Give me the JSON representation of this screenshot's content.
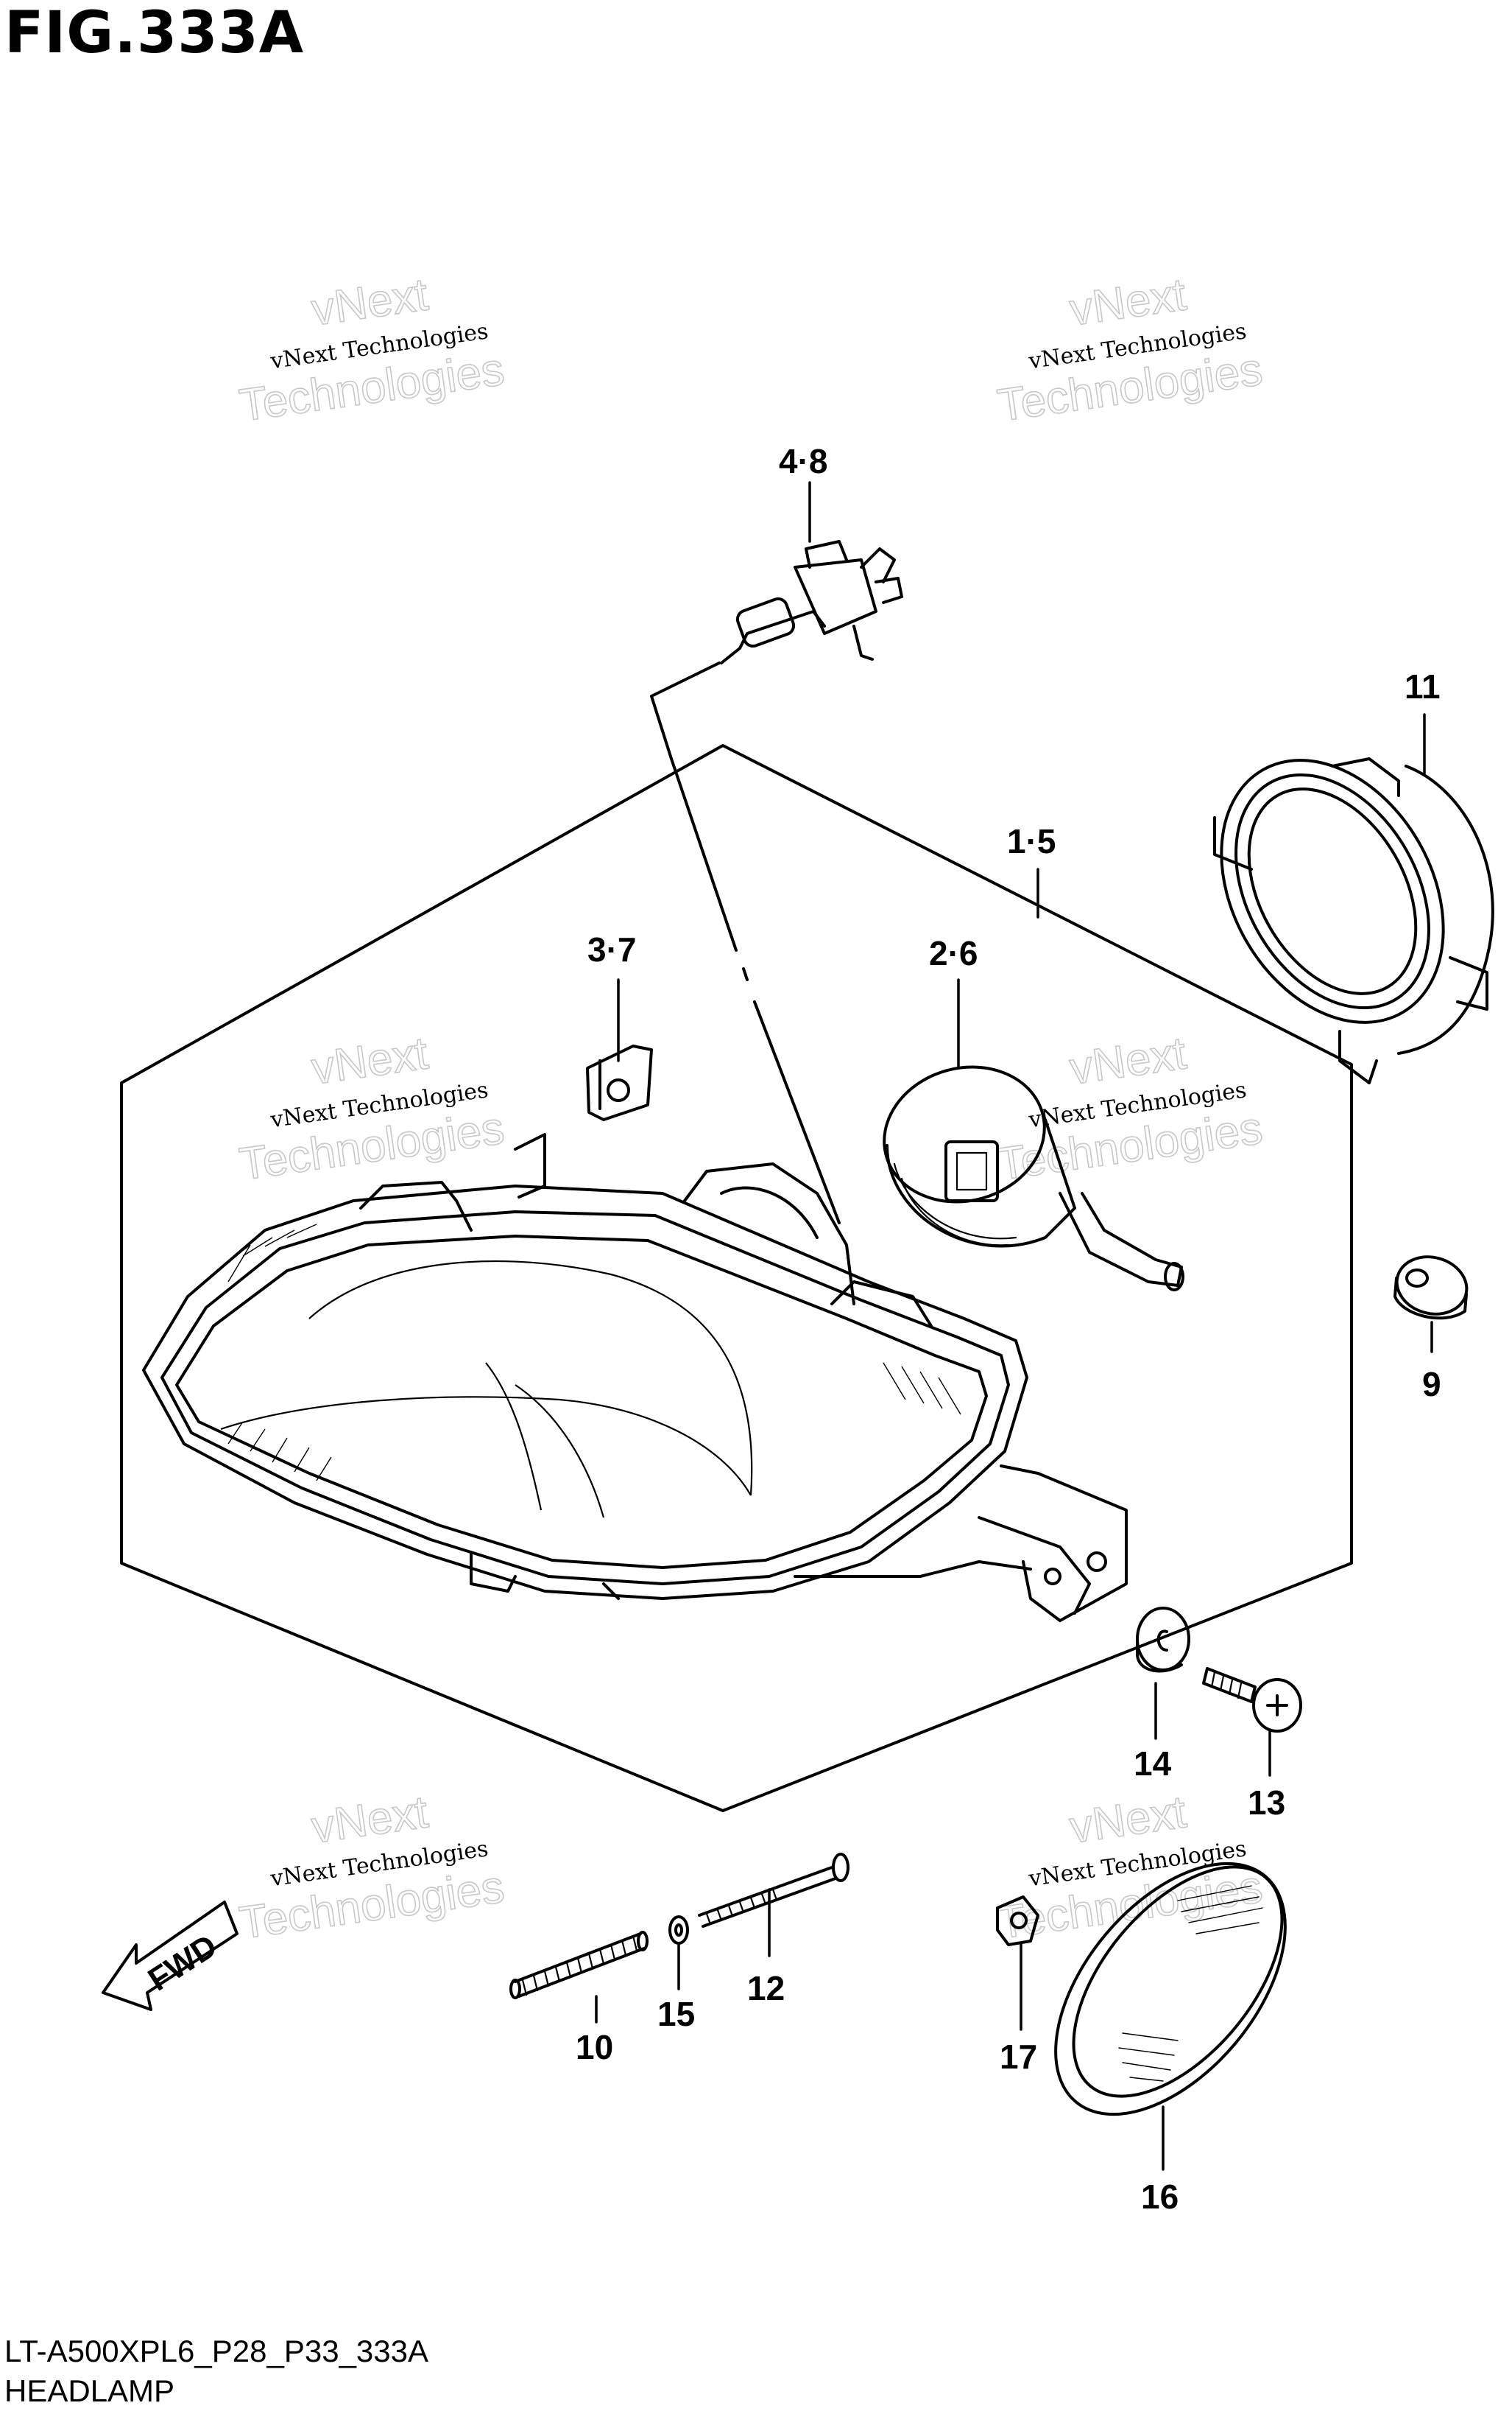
{
  "figure": {
    "title": "FIG.333A",
    "model_code": "LT-A500XPL6_P28_P33_333A",
    "section_name": "HEADLAMP"
  },
  "watermark": {
    "line_small": "vNext Technologies",
    "big_word_1": "vNext",
    "big_word_2": "Technologies"
  },
  "callouts": {
    "c1_5": "1·5",
    "c2_6": "2·6",
    "c3_7": "3·7",
    "c4_8": "4·8",
    "c9": "9",
    "c10": "10",
    "c11": "11",
    "c12": "12",
    "c13": "13",
    "c14": "14",
    "c15": "15",
    "c16": "16",
    "c17": "17"
  },
  "fwd_label": "FWD"
}
